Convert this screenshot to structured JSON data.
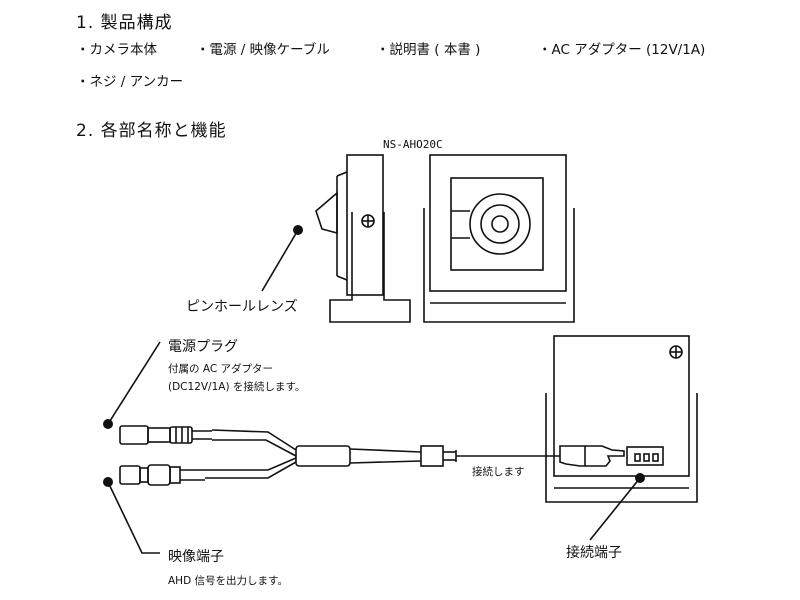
{
  "section1": {
    "title": "1. 製品構成",
    "items": [
      "・カメラ本体",
      "・電源 / 映像ケーブル",
      "・説明書 ( 本書 )",
      "・AC アダプター (12V/1A)",
      "・ネジ / アンカー"
    ]
  },
  "section2": {
    "title": "2. 各部名称と機能",
    "model": "NS-AHO20C",
    "pinhole_label": "ピンホールレンズ",
    "power_plug": {
      "title": "電源プラグ",
      "desc_line1": "付属の AC アダプター",
      "desc_line2": "(DC12V/1A) を接続します。"
    },
    "video_terminal": {
      "title": "映像端子",
      "desc": "AHD 信号を出力します。"
    },
    "connect_text": "接続します",
    "connection_terminal": "接続端子"
  }
}
